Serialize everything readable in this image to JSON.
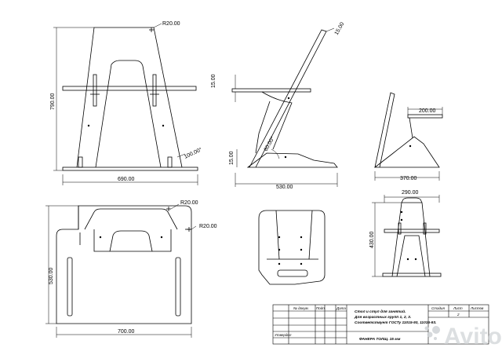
{
  "dimensions": {
    "front_radius": "R20.00",
    "front_height": "790.00",
    "front_angle": "100.00°",
    "front_width": "690.00",
    "side_top": "15.00",
    "side_left": "15.00",
    "side_lower": "15.00",
    "side_angle": "60.00°",
    "side_width": "530.00",
    "small_seat": "200.00",
    "small_base": "370.00",
    "plan_radius_1": "R20.00",
    "plan_radius_2": "R20.00",
    "plan_height": "530.00",
    "plan_width": "700.00",
    "chair_width": "290.00",
    "chair_height": "430.00"
  },
  "title_block": {
    "col_doc": "№ докум.",
    "col_sign": "Подп.",
    "col_date": "Дата",
    "description_1": "Стол и стул для занятий.",
    "description_2": "Для возрастных групп 1, 2, 3.",
    "description_3": "Соответствует ГОСТу 11015-93, 11016-93.",
    "material": "ФАНЕРА ТОЛЩ. 15 мм",
    "row_approved": "Утвердил",
    "col_stage": "Стадия",
    "col_sheet": "Лист",
    "col_sheets": "Листов",
    "sheets_value": "2"
  },
  "watermark": "Avito"
}
